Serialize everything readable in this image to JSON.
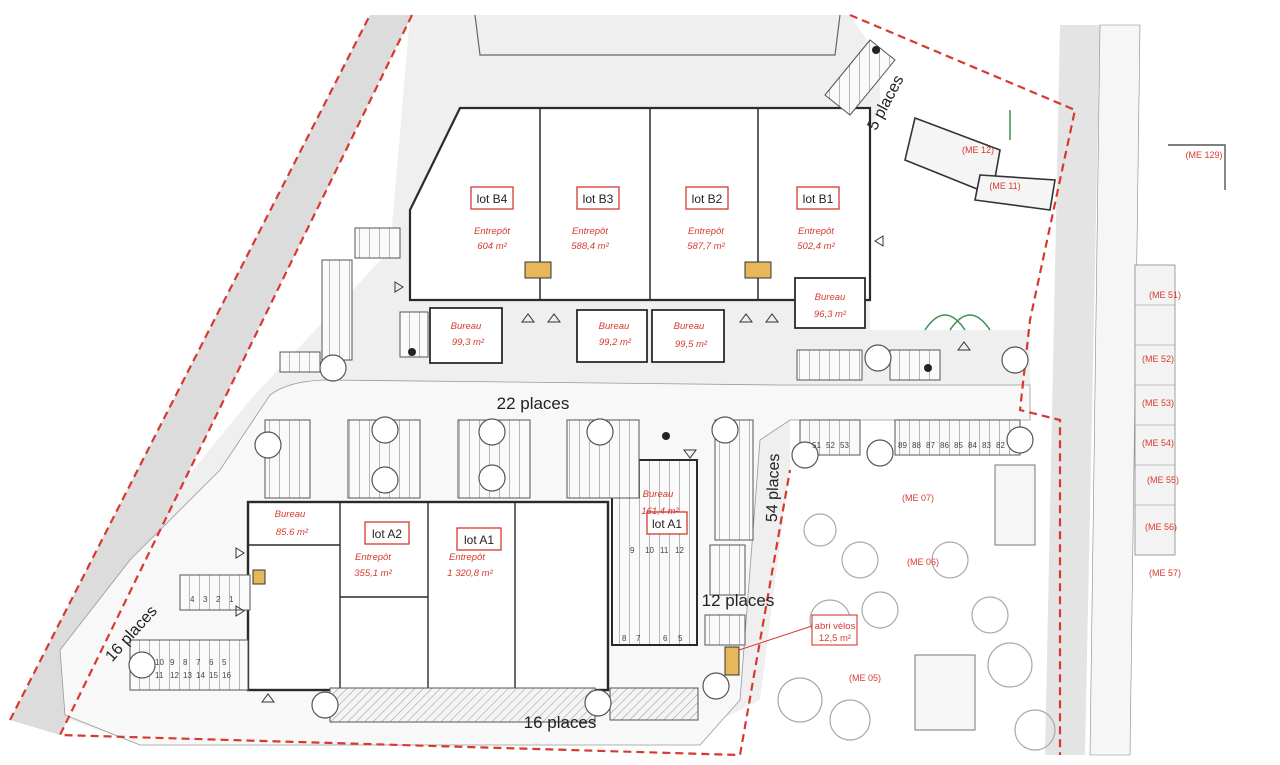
{
  "colors": {
    "boundary": "#d63a2f",
    "lot_label": "#d63a2f",
    "building_outline": "#2a2a2a",
    "road": "#f1f1f1",
    "pavement": "#e3e3e3",
    "parking_hatch": "#8a8a8a",
    "bike_shelter": "#e8b75a",
    "green": "#3d8f56"
  },
  "icons": [
    "tree-icon",
    "entrance-arrow-icon",
    "accessibility-icon",
    "door-arrow-icon"
  ],
  "lots": {
    "b4": {
      "name": "lot B4",
      "use": "Entrepôt",
      "area": "604 m²"
    },
    "b3": {
      "name": "lot B3",
      "use": "Entrepôt",
      "area": "588,4 m²"
    },
    "b2": {
      "name": "lot B2",
      "use": "Entrepôt",
      "area": "587,7 m²"
    },
    "b1": {
      "name": "lot B1",
      "use": "Entrepôt",
      "area": "502,4 m²"
    },
    "a2": {
      "name": "lot A2",
      "use": "Entrepôt",
      "area": "355,1 m²"
    },
    "a1": {
      "name": "lot A1",
      "use": "Entrepôt",
      "area": "1 320,8 m²"
    },
    "a1_office_tag": {
      "name": "lot A1"
    }
  },
  "offices": {
    "b4": {
      "label": "Bureau",
      "area": "99,3 m²"
    },
    "b3": {
      "label": "Bureau",
      "area": "99,2 m²"
    },
    "b2": {
      "label": "Bureau",
      "area": "99,5 m²"
    },
    "b1": {
      "label": "Bureau",
      "area": "96,3 m²"
    },
    "a2": {
      "label": "Bureau",
      "area": "85.6 m²"
    },
    "a1": {
      "label": "Bureau",
      "area": "161,4 m²"
    }
  },
  "parking": {
    "top_right": "5 places",
    "middle": "22 places",
    "right": "54 places",
    "left": "16 places",
    "bottom": "16 places",
    "right_small": "12 places"
  },
  "bike_shelter": {
    "label": "abri vélos",
    "area": "12,5 m²"
  },
  "parcels": {
    "me129": "(ME 129)",
    "me12": "(ME 12)",
    "me11": "(ME 11)",
    "me51": "(ME 51)",
    "me52": "(ME 52)",
    "me53": "(ME 53)",
    "me54": "(ME 54)",
    "me55": "(ME 55)",
    "me56": "(ME 56)",
    "me57": "(ME 57)",
    "me07": "(ME 07)",
    "me06": "(ME 06)",
    "me05": "(ME 05)"
  },
  "stall_numbers": {
    "left_row": [
      "4",
      "3",
      "2",
      "1"
    ],
    "left_bottom": [
      "10",
      "9",
      "8",
      "7",
      "6",
      "5"
    ],
    "left_bottom2": [
      "11",
      "12",
      "13",
      "14",
      "15",
      "16"
    ],
    "a1_inner": [
      "9",
      "10",
      "11",
      "12"
    ],
    "a1_inner_bottom": [
      "8",
      "7",
      "6",
      "5"
    ],
    "right_strip_top": [
      "51",
      "52",
      "53"
    ],
    "right_strip": [
      "89",
      "88",
      "87",
      "86",
      "85",
      "84",
      "83",
      "82"
    ]
  }
}
